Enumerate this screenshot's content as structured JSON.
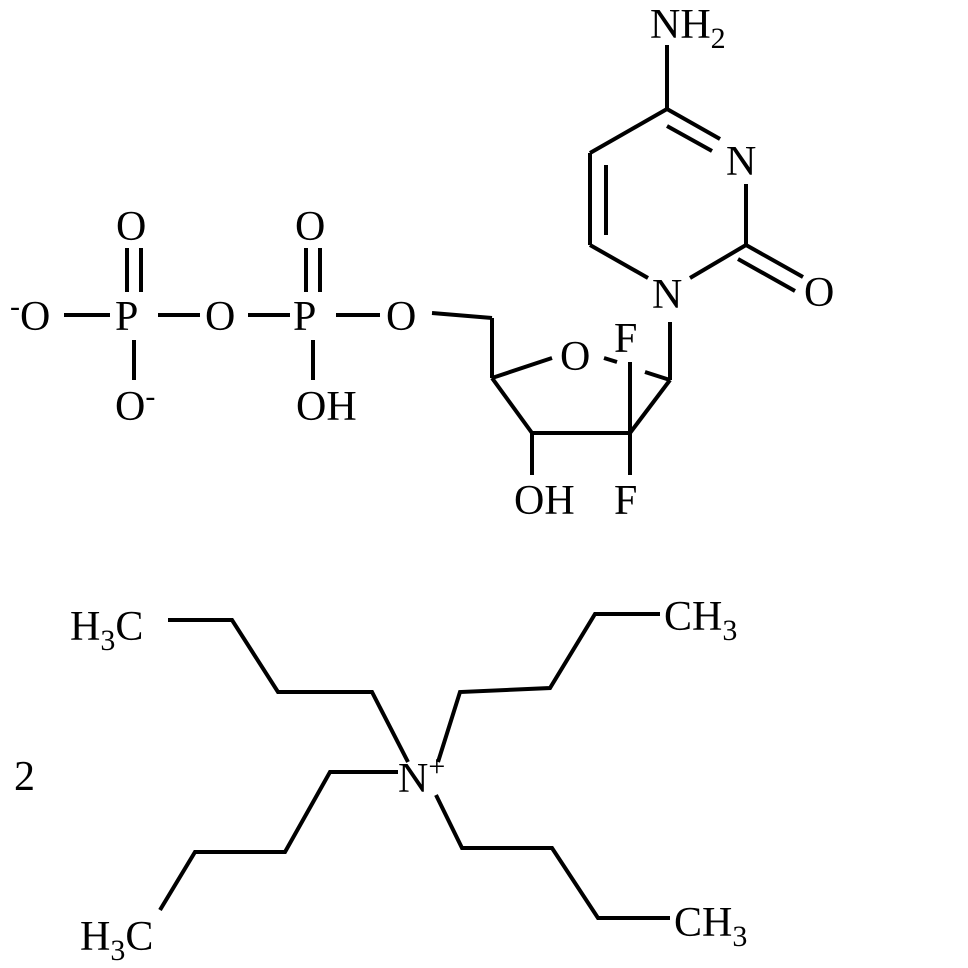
{
  "molecule": {
    "labels": {
      "nh2": [
        "NH",
        "2"
      ],
      "n3": "N",
      "n1": "N",
      "o2": "O",
      "o_ring": "O",
      "f_top": "F",
      "f_bottom": "F",
      "oh_sugar": "OH",
      "o_bridge1": "O",
      "o_bridge2": "O",
      "o_minus_left": [
        "-",
        "O"
      ],
      "p1": "P",
      "p2": "P",
      "o_dbl1": "O",
      "o_dbl2": "O",
      "o_minus_bottom": [
        "O",
        "-"
      ],
      "oh_phosphate": "OH"
    }
  },
  "counterion": {
    "stoichiometry": "2",
    "n_plus": [
      "N",
      "+"
    ],
    "ch3_labels": [
      [
        "H",
        "3",
        "C"
      ],
      [
        "CH",
        "3"
      ],
      [
        "H",
        "3",
        "C"
      ],
      [
        "CH",
        "3"
      ]
    ]
  },
  "colors": {
    "ink": "#000000",
    "background": "#ffffff"
  }
}
